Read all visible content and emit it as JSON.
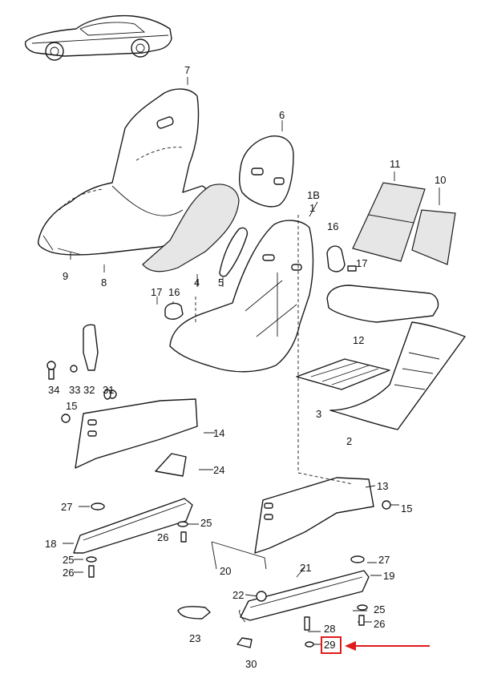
{
  "diagram": {
    "callouts": [
      {
        "id": "c7",
        "label": "7"
      },
      {
        "id": "c6",
        "label": "6"
      },
      {
        "id": "c1b",
        "label": "1B"
      },
      {
        "id": "c1",
        "label": "1"
      },
      {
        "id": "c11",
        "label": "11"
      },
      {
        "id": "c10",
        "label": "10"
      },
      {
        "id": "c16a",
        "label": "16"
      },
      {
        "id": "c17a",
        "label": "17"
      },
      {
        "id": "c9",
        "label": "9"
      },
      {
        "id": "c8",
        "label": "8"
      },
      {
        "id": "c17b",
        "label": "17"
      },
      {
        "id": "c16b",
        "label": "16"
      },
      {
        "id": "c4",
        "label": "4"
      },
      {
        "id": "c5",
        "label": "5"
      },
      {
        "id": "c12",
        "label": "12"
      },
      {
        "id": "c34",
        "label": "34"
      },
      {
        "id": "c33",
        "label": "33"
      },
      {
        "id": "c32",
        "label": "32"
      },
      {
        "id": "c31",
        "label": "31"
      },
      {
        "id": "c15a",
        "label": "15"
      },
      {
        "id": "c3",
        "label": "3"
      },
      {
        "id": "c2",
        "label": "2"
      },
      {
        "id": "c14",
        "label": "14"
      },
      {
        "id": "c24",
        "label": "24"
      },
      {
        "id": "c13",
        "label": "13"
      },
      {
        "id": "c15b",
        "label": "15"
      },
      {
        "id": "c27a",
        "label": "27"
      },
      {
        "id": "c25a",
        "label": "25"
      },
      {
        "id": "c26a",
        "label": "26"
      },
      {
        "id": "c18",
        "label": "18"
      },
      {
        "id": "c25b",
        "label": "25"
      },
      {
        "id": "c26b",
        "label": "26"
      },
      {
        "id": "c20",
        "label": "20"
      },
      {
        "id": "c27b",
        "label": "27"
      },
      {
        "id": "c19",
        "label": "19"
      },
      {
        "id": "c21",
        "label": "21"
      },
      {
        "id": "c22",
        "label": "22"
      },
      {
        "id": "c25c",
        "label": "25"
      },
      {
        "id": "c23",
        "label": "23"
      },
      {
        "id": "c28",
        "label": "28"
      },
      {
        "id": "c26c",
        "label": "26"
      },
      {
        "id": "c29",
        "label": "29"
      },
      {
        "id": "c30",
        "label": "30"
      }
    ],
    "highlight": {
      "label": "29",
      "color": "#e01b1b"
    }
  }
}
